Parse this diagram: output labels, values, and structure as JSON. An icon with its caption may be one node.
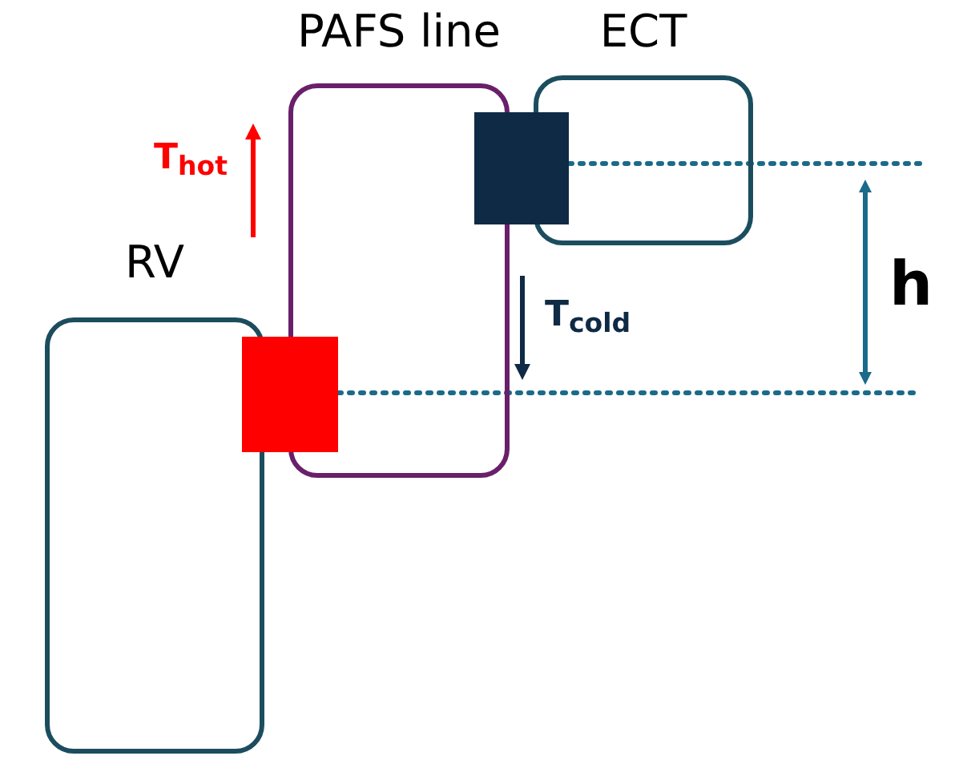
{
  "diagram": {
    "nodes": [
      {
        "text": [
          "RV"
        ]
      },
      {
        "text": [
          "PAFS line"
        ]
      },
      {
        "text": [
          "ECT"
        ]
      },
      {
        "text": [],
        "shape": "box"
      },
      {
        "text": [],
        "shape": "box"
      }
    ],
    "labels": [
      "T$_{hot}$",
      "T$_{cold}$",
      "h"
    ]
  }
}
